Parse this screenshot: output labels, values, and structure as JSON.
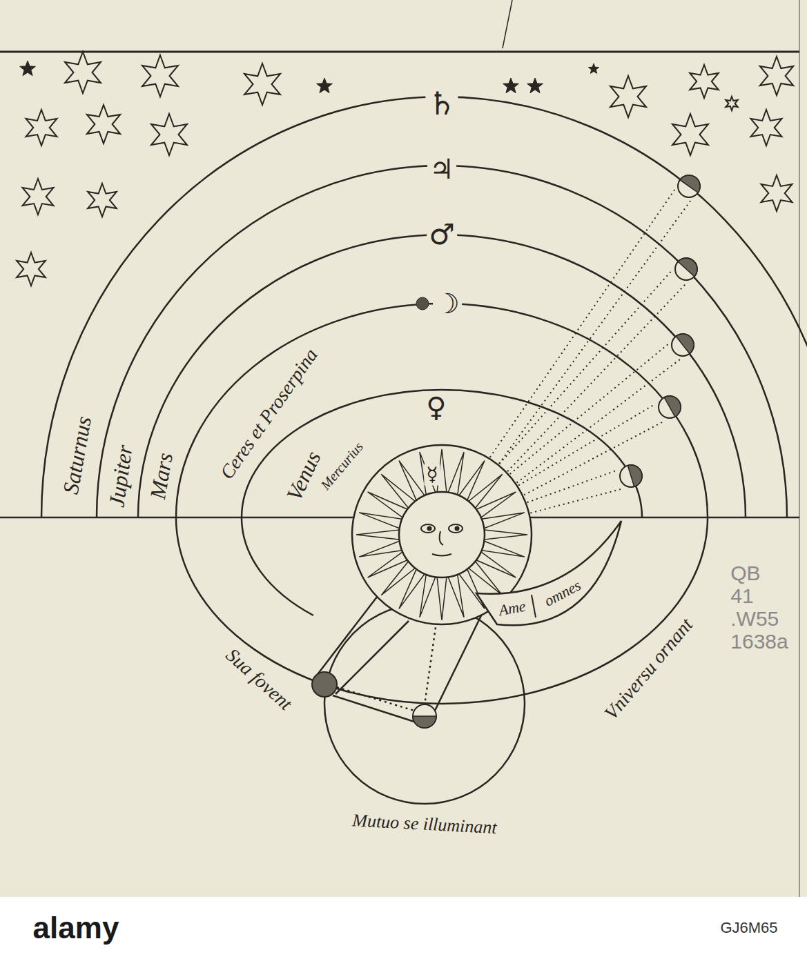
{
  "diagram": {
    "labels": [
      "♄",
      "♃",
      "♂",
      "☽",
      "♀",
      "☿",
      "Saturnus",
      "Jupiter",
      "Mars",
      "Ceres et Proserpina",
      "Venus",
      "Mercurius",
      "Ame",
      "omnes",
      "Sua fovent",
      "Vniversu ornant",
      "Mutuo se illuminant",
      "QB 41 .W55 1638a",
      "alamy",
      "GJ6M65"
    ]
  }
}
